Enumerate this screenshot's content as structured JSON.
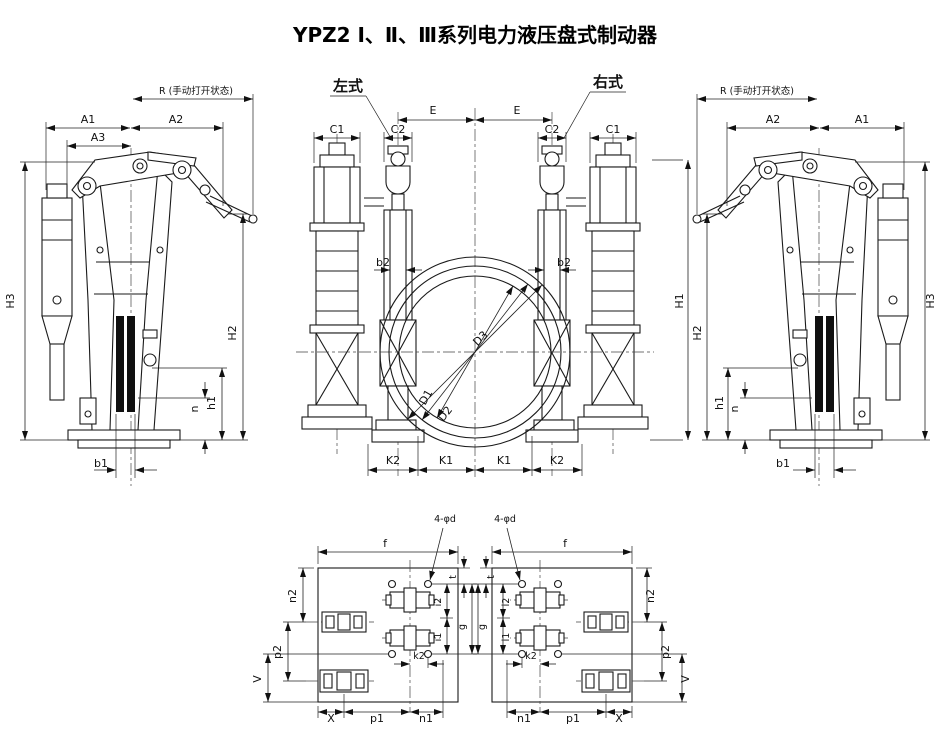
{
  "title": "YPZ2 Ⅰ、Ⅱ、Ⅲ系列电力液压盘式制动器",
  "captions": {
    "left_type": "左式",
    "right_type": "右式",
    "manual_open": "R (手动打开状态)"
  },
  "dims": {
    "A1": "A1",
    "A2": "A2",
    "A3": "A3",
    "H1": "H1",
    "H2": "H2",
    "H3": "H3",
    "h1": "h1",
    "n": "n",
    "b1": "b1",
    "b2": "b2",
    "C1": "C1",
    "C2": "C2",
    "E": "E",
    "K1": "K1",
    "K2": "K2",
    "D1": "D1",
    "D2": "D2",
    "D3": "D3",
    "f": "f",
    "bolt": "4-φd",
    "n1": "n1",
    "n2": "n2",
    "p1": "p1",
    "p2": "p2",
    "V": "V",
    "X": "X",
    "i1": "i1",
    "i2": "i2",
    "t": "t",
    "k2": "k2",
    "g": "g"
  },
  "colors": {
    "line": "#1a1a1a",
    "background": "#ffffff",
    "pad_fill": "#101010"
  }
}
